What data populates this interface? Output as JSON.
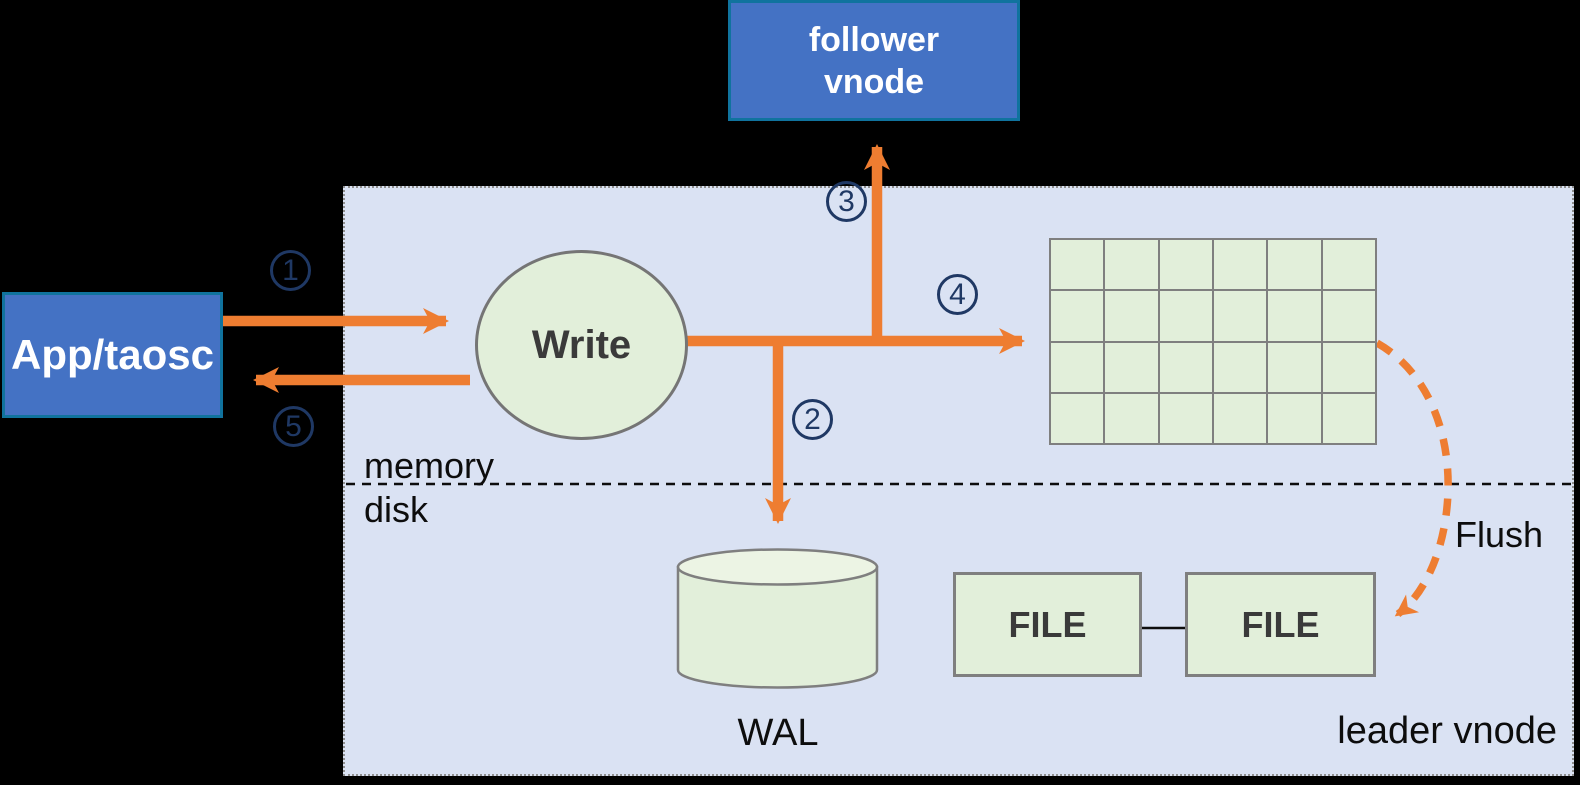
{
  "diagram_type": "leader-vnode-write-flow",
  "nodes": {
    "app": {
      "label": "App/taosc"
    },
    "follower": {
      "lines": [
        "follower",
        "vnode"
      ]
    },
    "write": {
      "label": "Write"
    },
    "wal": {
      "label": "WAL"
    },
    "files": [
      {
        "label": "FILE"
      },
      {
        "label": "FILE"
      }
    ],
    "leader_label": "leader vnode"
  },
  "labels": {
    "memory": "memory",
    "disk": "disk",
    "flush": "Flush"
  },
  "steps": [
    {
      "num": "1"
    },
    {
      "num": "2"
    },
    {
      "num": "3"
    },
    {
      "num": "4"
    },
    {
      "num": "5"
    }
  ],
  "memtable_grid": {
    "rows": 4,
    "cols": 6
  },
  "colors": {
    "background": "#000000",
    "panel_fill": "#DAE2F3",
    "node_blue": "#4472C4",
    "node_blue_border": "#10739E",
    "node_green": "#E2EFDA",
    "shape_border_gray": "#7F7F7F",
    "arrow_orange": "#EE7D31",
    "step_navy": "#1F3864"
  }
}
